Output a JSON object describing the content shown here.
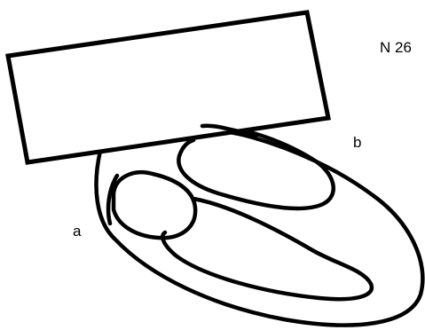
{
  "labels": {
    "a": "a",
    "b": "b",
    "corner": "N 26"
  },
  "colors": {
    "stroke": "#000000",
    "background": "#ffffff"
  }
}
